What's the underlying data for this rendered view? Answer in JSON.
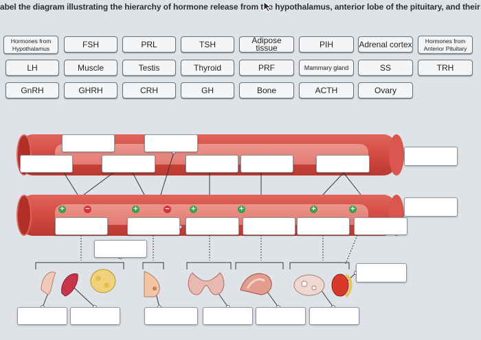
{
  "instruction": "abel the diagram illustrating the hierarchy of hormone release from the hypothalamus, anterior lobe of the pituitary, and their targe",
  "word_bank": {
    "row1": [
      "Hormones from Hypothalamus",
      "FSH",
      "PRL",
      "TSH",
      "Adipose tissue",
      "PIH",
      "Adrenal cortex",
      "Hormones from Anterior Pituitary"
    ],
    "row2": [
      "LH",
      "Muscle",
      "Testis",
      "Thyroid",
      "PRF",
      "Mammary gland",
      "SS",
      "TRH"
    ],
    "row3": [
      "GnRH",
      "GHRH",
      "CRH",
      "GH",
      "Bone",
      "ACTH",
      "Ovary"
    ]
  },
  "signs": {
    "plus": "+",
    "minus": "−"
  },
  "icons": {
    "cursor": "pointer-cursor-icon"
  },
  "colors": {
    "vessel": "#d2483f",
    "plus": "#3aa04a",
    "minus": "#d2333a"
  }
}
